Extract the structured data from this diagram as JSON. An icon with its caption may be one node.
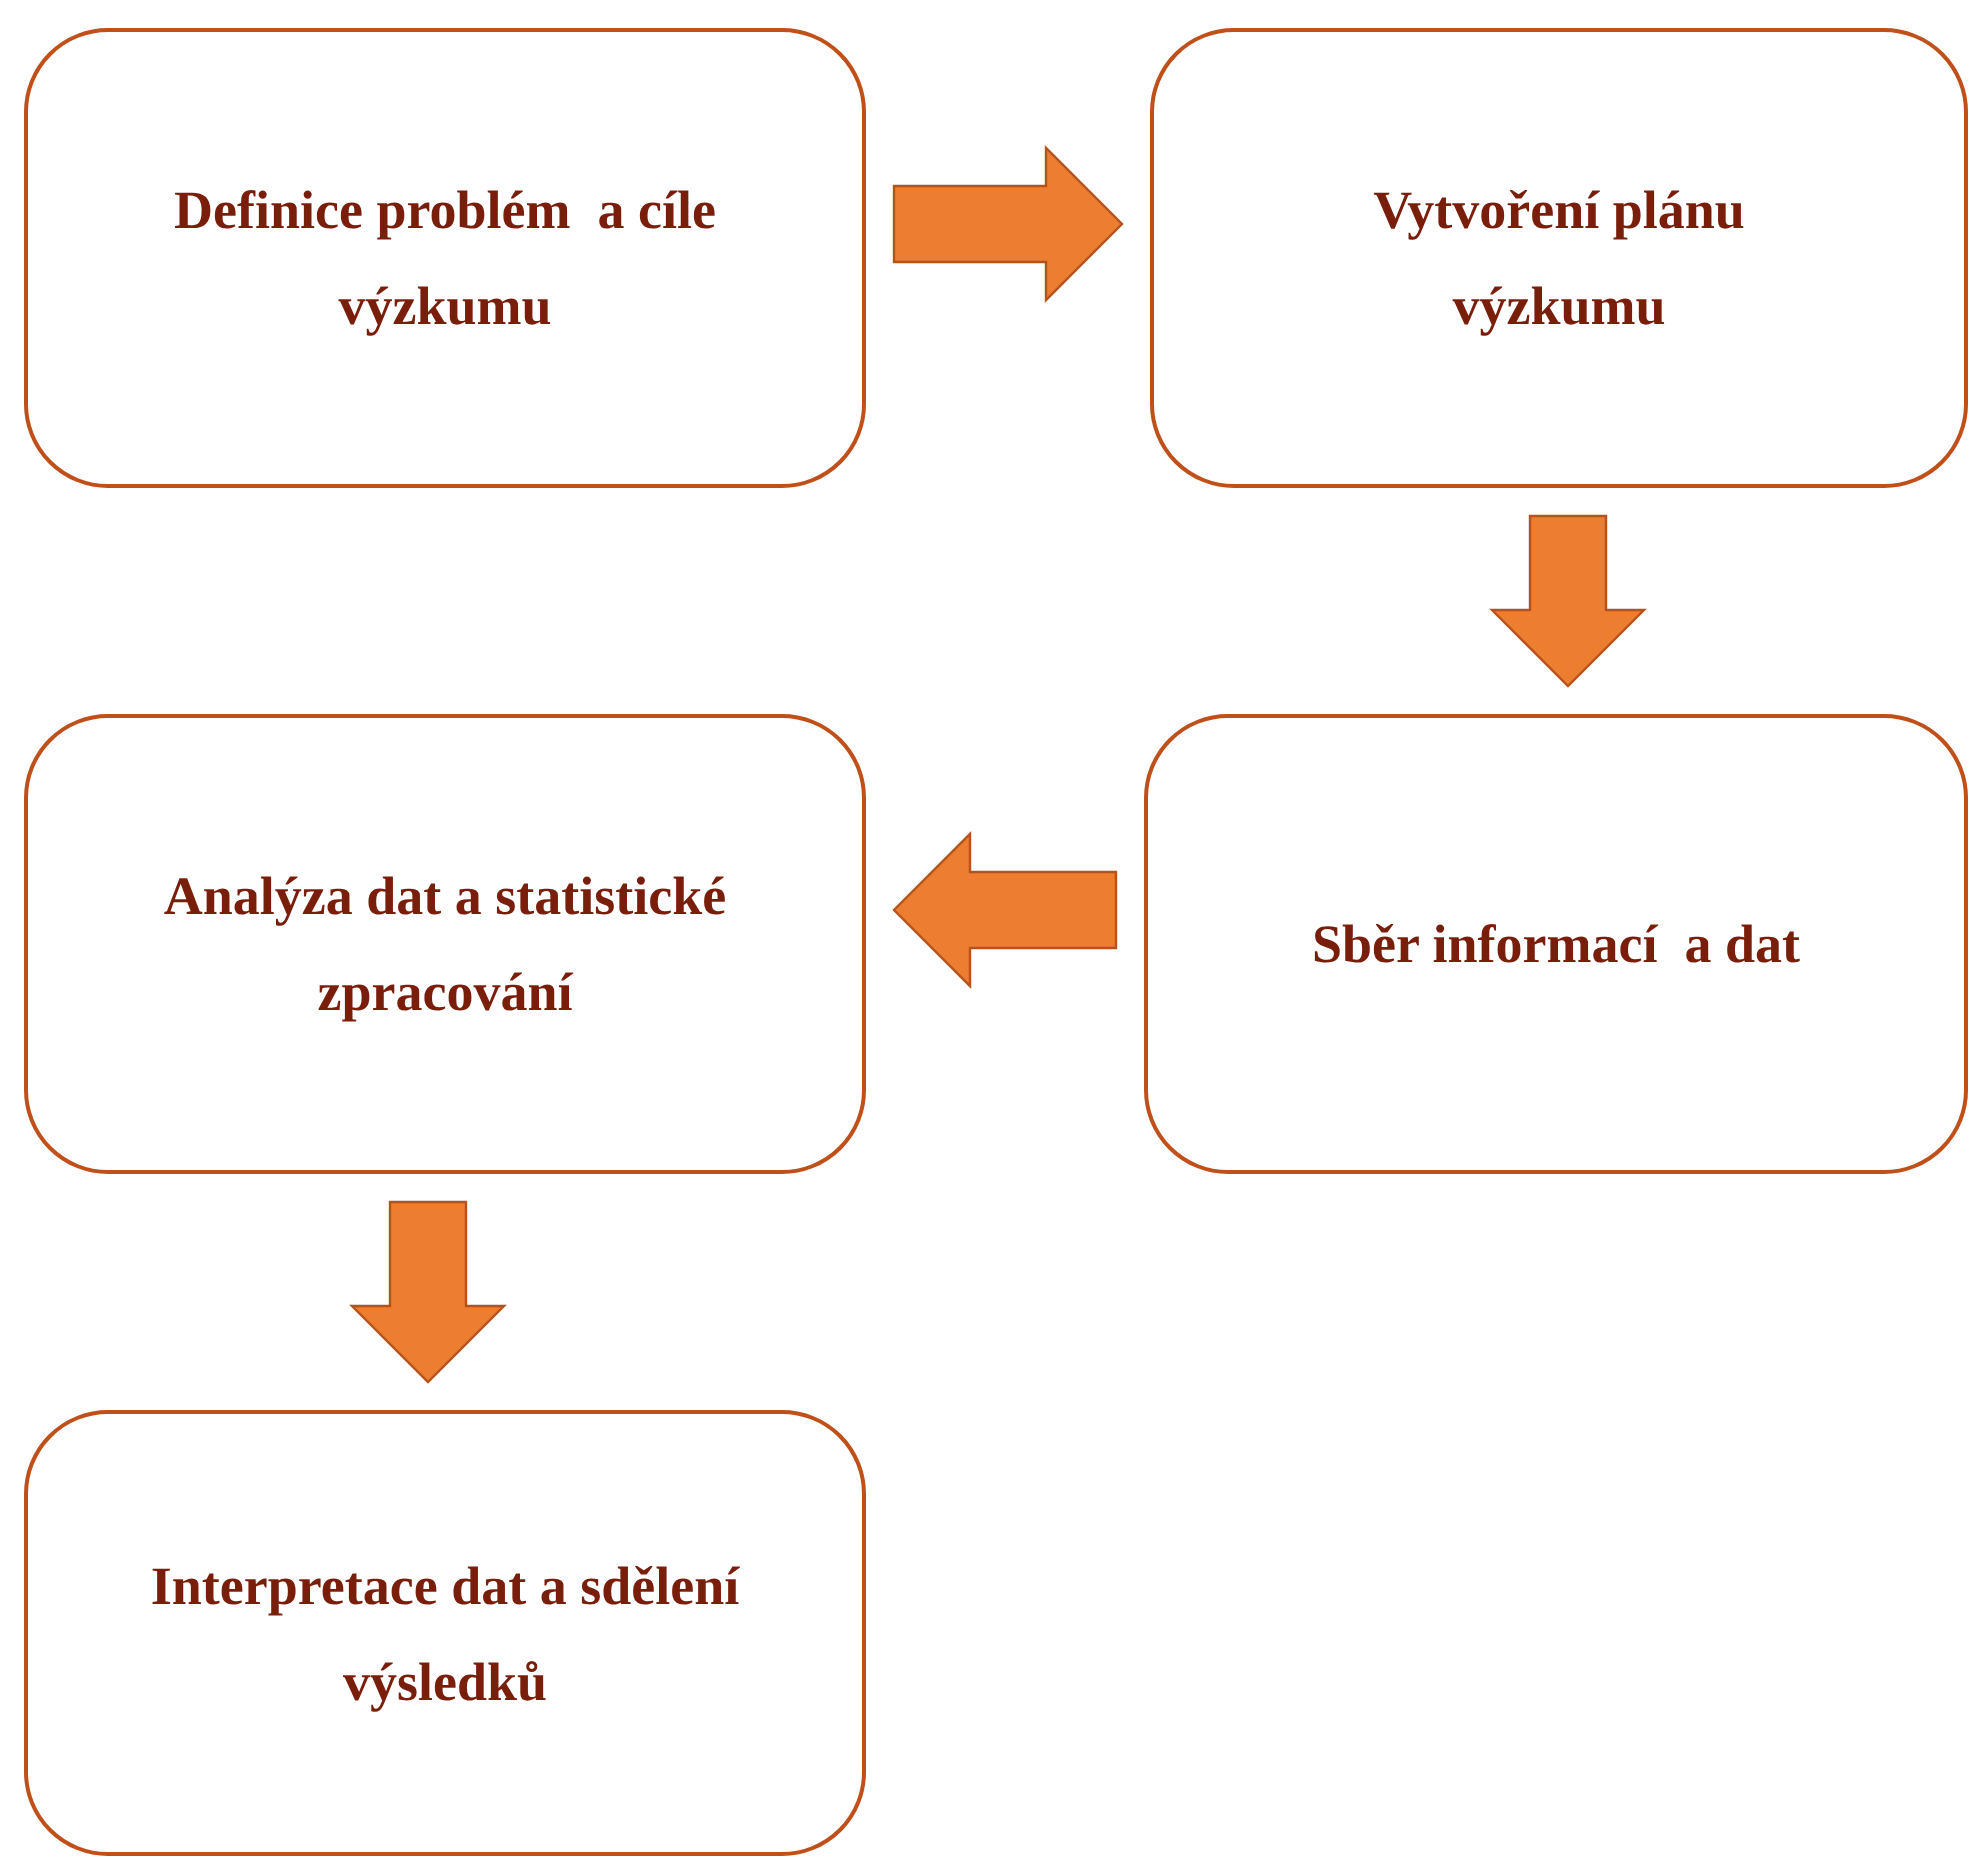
{
  "diagram": {
    "nodes": [
      {
        "text": [
          "Definice problém  a cíle výzkumu"
        ]
      },
      {
        "text": [
          "Vytvoření plánu výzkumu"
        ]
      },
      {
        "text": [
          "Sběr informací  a dat"
        ]
      },
      {
        "text": [
          "Analýza dat a statistické zpracování"
        ]
      },
      {
        "text": [
          "Interpretace dat a sdělení výsledků"
        ]
      }
    ],
    "edges": [
      {
        "from": 0,
        "to": 1,
        "arrow": "to"
      },
      {
        "from": 1,
        "to": 2,
        "arrow": "to"
      },
      {
        "from": 2,
        "to": 3,
        "arrow": "to"
      },
      {
        "from": 3,
        "to": 4,
        "arrow": "to"
      }
    ]
  }
}
